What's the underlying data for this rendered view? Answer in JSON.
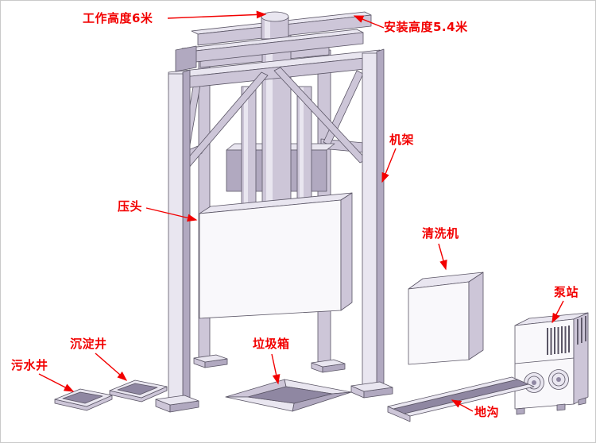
{
  "labels": {
    "working_height": "工作高度6米",
    "install_height": "安装高度5.4米",
    "frame": "机架",
    "press_head": "压头",
    "washer": "清洗机",
    "pump_station": "泵站",
    "sediment_well": "沉淀井",
    "sewage_well": "污水井",
    "garbage_bin": "垃圾箱",
    "trench": "地沟"
  },
  "colors": {
    "label_text": "#f20000",
    "arrow": "#f20000",
    "face_white": "#f9f8fb",
    "face_light": "#e9e6f0",
    "face_mid": "#cdc6d8",
    "face_dark": "#b1a9c0",
    "face_deep": "#8f87a2",
    "outline": "#5a5565",
    "background": "#ffffff",
    "border": "#c9c9c9"
  }
}
